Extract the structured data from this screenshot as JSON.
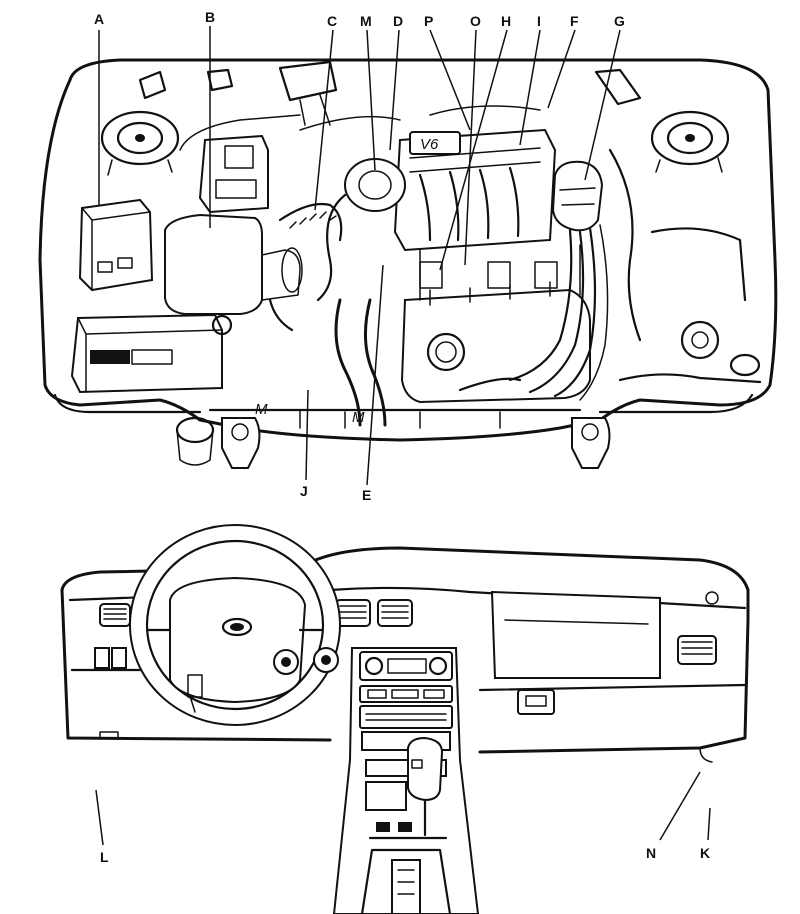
{
  "engine_bay": {
    "callout_labels": {
      "A": "A",
      "B": "B",
      "C": "C",
      "M": "M",
      "D": "D",
      "P": "P",
      "O": "O",
      "H": "H",
      "I": "I",
      "F": "F",
      "G": "G",
      "J": "J",
      "E": "E"
    },
    "engine_badge": "V6"
  },
  "dashboard": {
    "callout_labels": {
      "L": "L",
      "N": "N",
      "K": "K"
    }
  }
}
